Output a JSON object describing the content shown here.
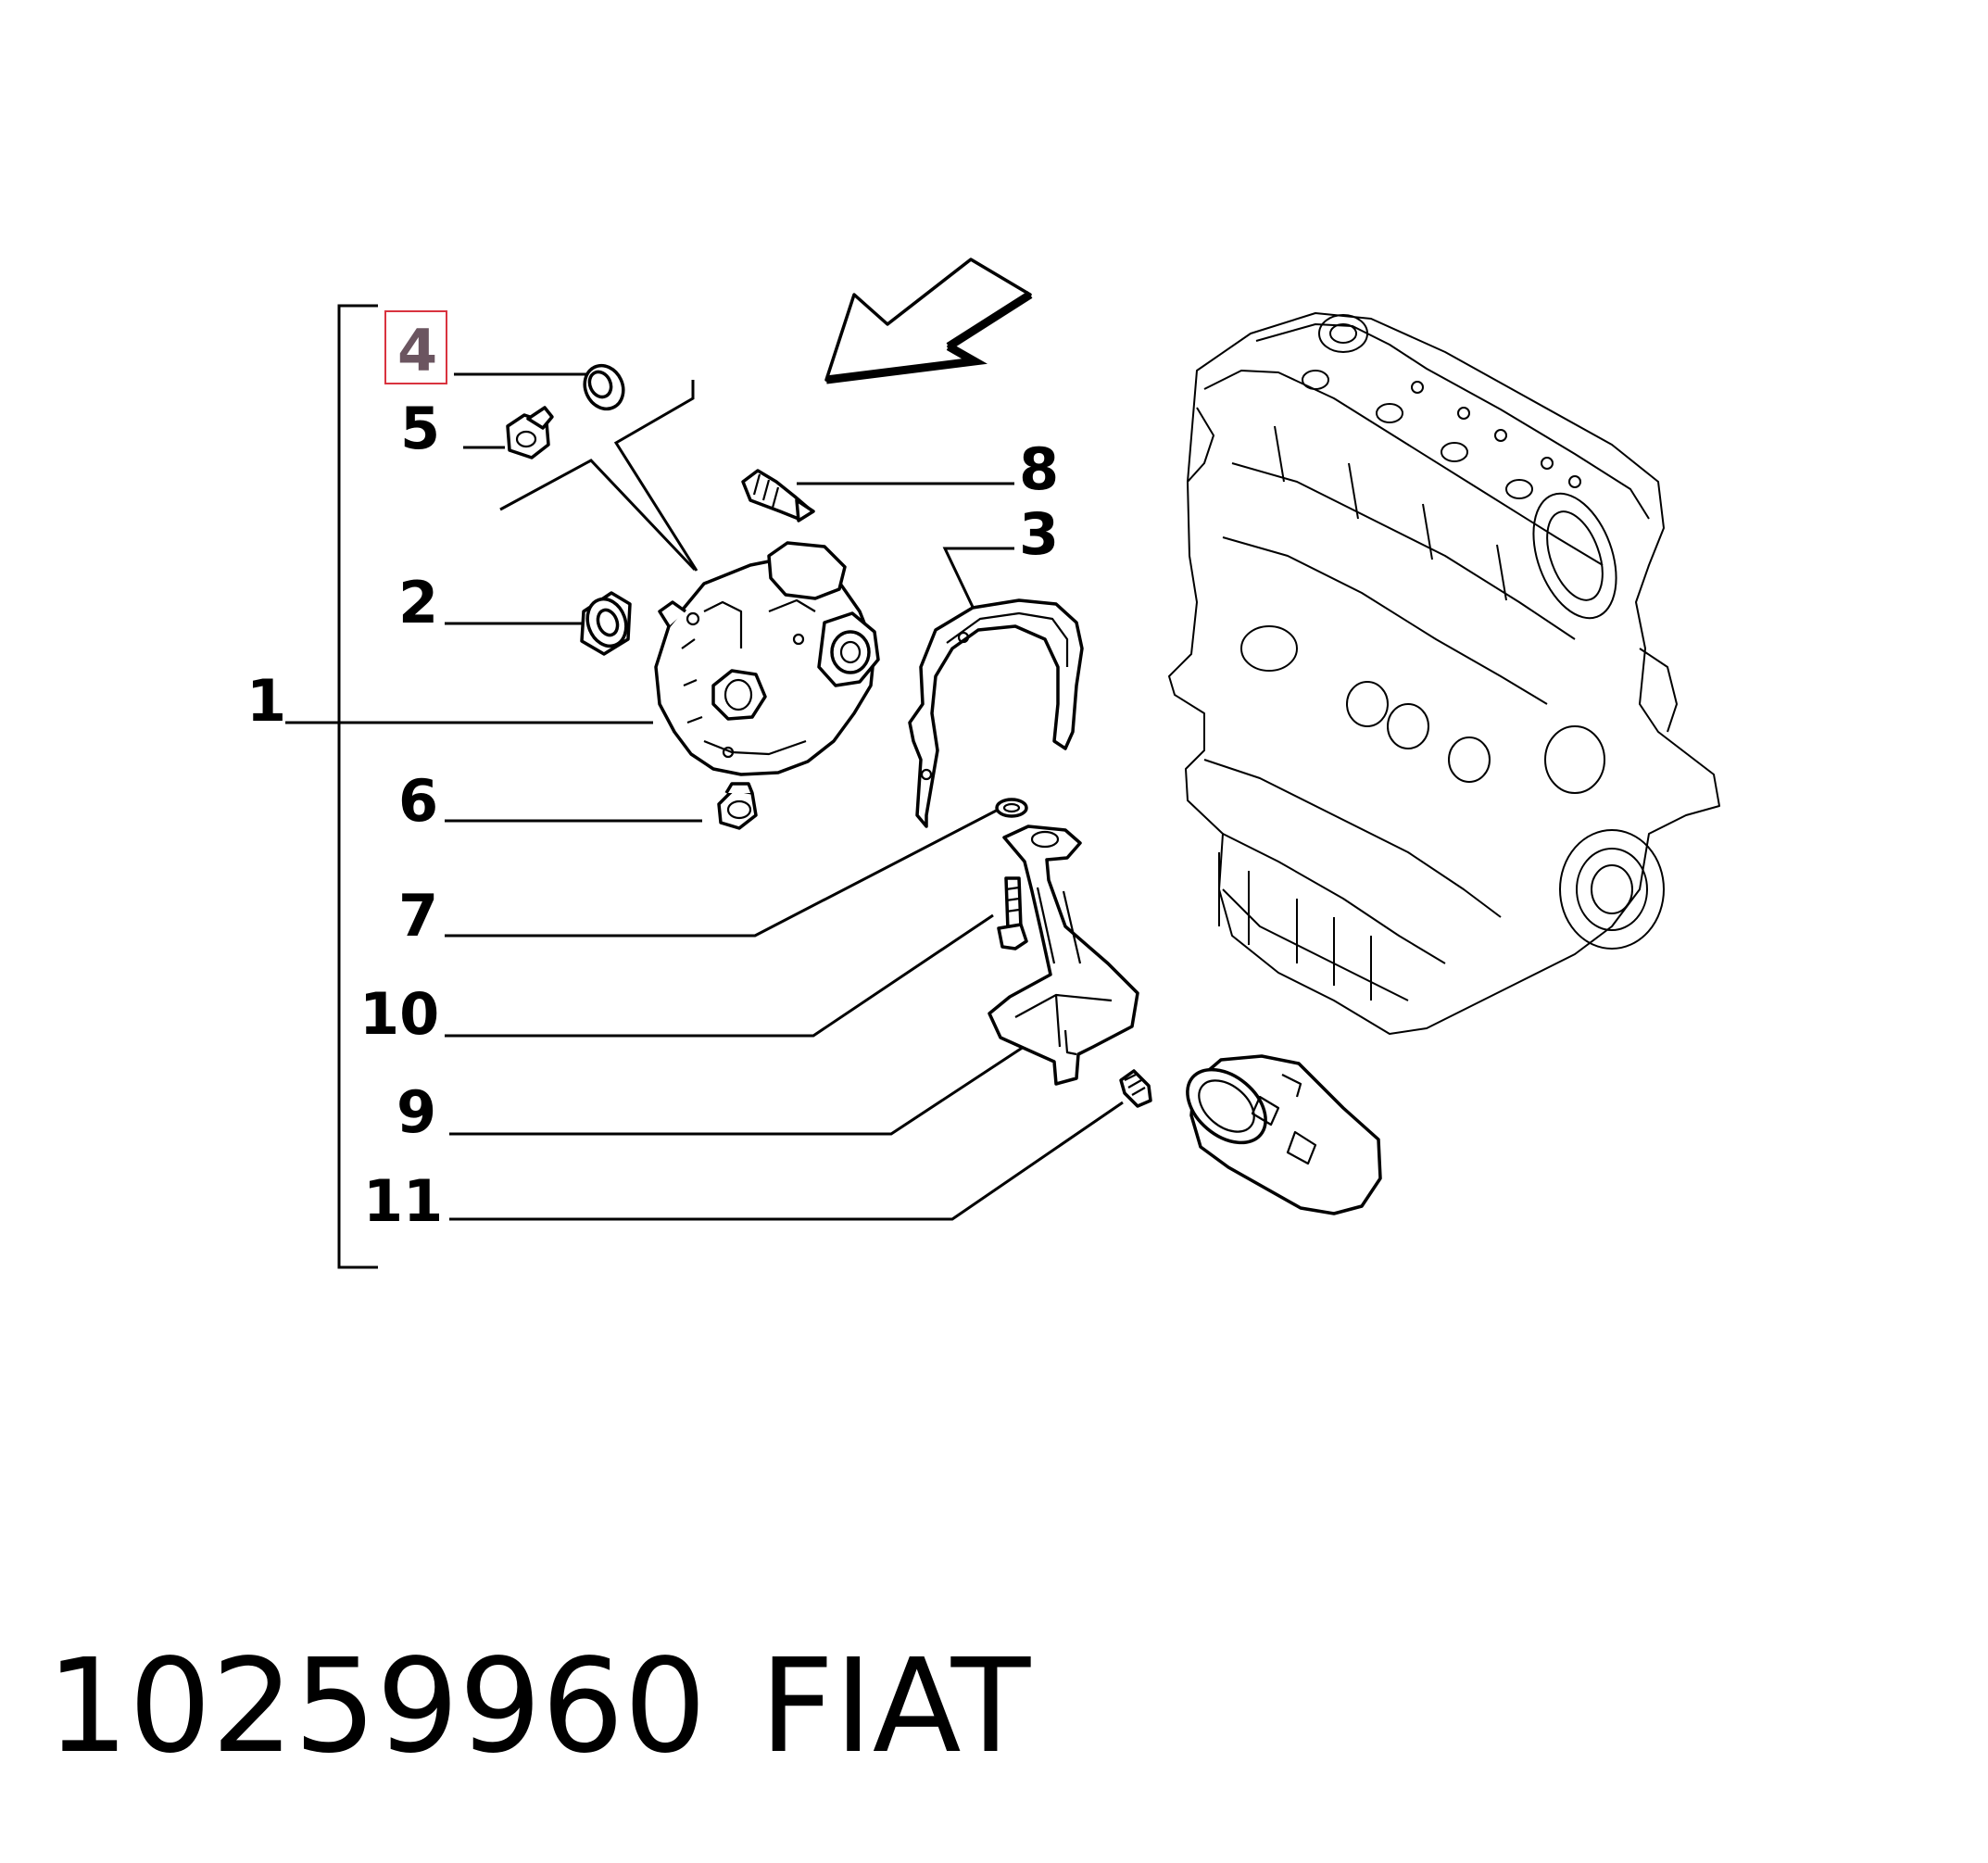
{
  "diagram": {
    "callouts": [
      {
        "id": "1",
        "label": "1"
      },
      {
        "id": "2",
        "label": "2"
      },
      {
        "id": "3",
        "label": "3"
      },
      {
        "id": "4",
        "label": "4",
        "highlighted": true
      },
      {
        "id": "5",
        "label": "5"
      },
      {
        "id": "6",
        "label": "6"
      },
      {
        "id": "7",
        "label": "7"
      },
      {
        "id": "8",
        "label": "8"
      },
      {
        "id": "9",
        "label": "9"
      },
      {
        "id": "10",
        "label": "10"
      },
      {
        "id": "11",
        "label": "11"
      }
    ],
    "highlight_color": "#d9333f"
  },
  "caption": {
    "part_number": "10259960",
    "brand": "FIAT"
  }
}
